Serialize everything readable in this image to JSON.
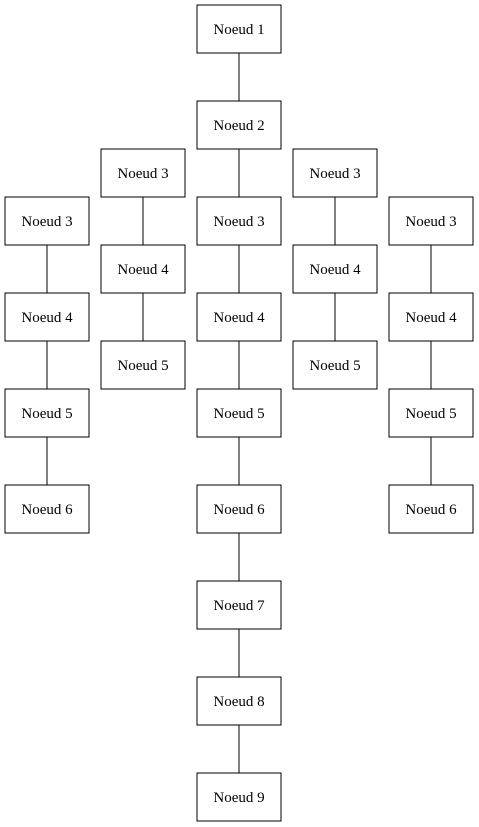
{
  "diagram": {
    "line_color": "#000000",
    "node_fill": "#ffffff",
    "columns": [
      {
        "id": "col-1",
        "nodes": [
          {
            "label": "Noeud 3"
          },
          {
            "label": "Noeud 4"
          },
          {
            "label": "Noeud 5"
          },
          {
            "label": "Noeud 6"
          }
        ]
      },
      {
        "id": "col-2",
        "nodes": [
          {
            "label": "Noeud 3"
          },
          {
            "label": "Noeud 4"
          },
          {
            "label": "Noeud 5"
          }
        ]
      },
      {
        "id": "col-3",
        "nodes": [
          {
            "label": "Noeud 1"
          },
          {
            "label": "Noeud 2"
          },
          {
            "label": "Noeud 3"
          },
          {
            "label": "Noeud 4"
          },
          {
            "label": "Noeud 5"
          },
          {
            "label": "Noeud 6"
          },
          {
            "label": "Noeud 7"
          },
          {
            "label": "Noeud 8"
          },
          {
            "label": "Noeud 9"
          }
        ]
      },
      {
        "id": "col-4",
        "nodes": [
          {
            "label": "Noeud 3"
          },
          {
            "label": "Noeud 4"
          },
          {
            "label": "Noeud 5"
          }
        ]
      },
      {
        "id": "col-5",
        "nodes": [
          {
            "label": "Noeud 3"
          },
          {
            "label": "Noeud 4"
          },
          {
            "label": "Noeud 5"
          },
          {
            "label": "Noeud 6"
          }
        ]
      }
    ]
  }
}
